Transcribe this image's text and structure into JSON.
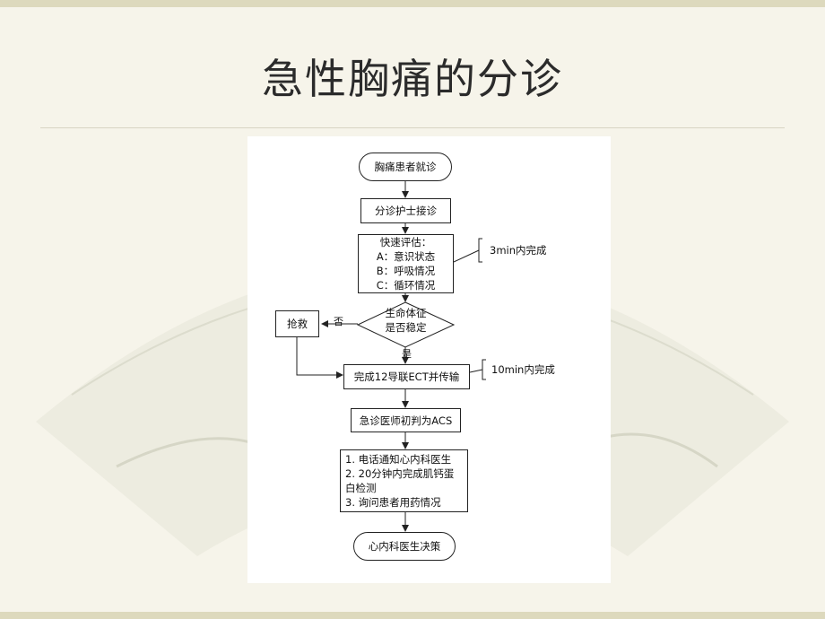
{
  "slide": {
    "title": "急性胸痛的分诊"
  },
  "flowchart": {
    "start": "胸痛患者就诊",
    "triage": "分诊护士接诊",
    "assess": {
      "heading": "快速评估：",
      "items": [
        "A：意识状态",
        "B：呼吸情况",
        "C：循环情况"
      ],
      "note": "3min内完成"
    },
    "decision": {
      "line1": "生命体征",
      "line2": "是否稳定",
      "yes_label": "是",
      "no_label": "否"
    },
    "rescue": "抢救",
    "ecg": {
      "label": "完成12导联ECT并传输",
      "note": "10min内完成"
    },
    "diagnosis": "急诊医师初判为ACS",
    "actions": [
      "1. 电话通知心内科医生",
      "2. 20分钟内完成肌钙蛋",
      "白检测",
      "3. 询问患者用药情况"
    ],
    "end": "心内科医生决策"
  }
}
